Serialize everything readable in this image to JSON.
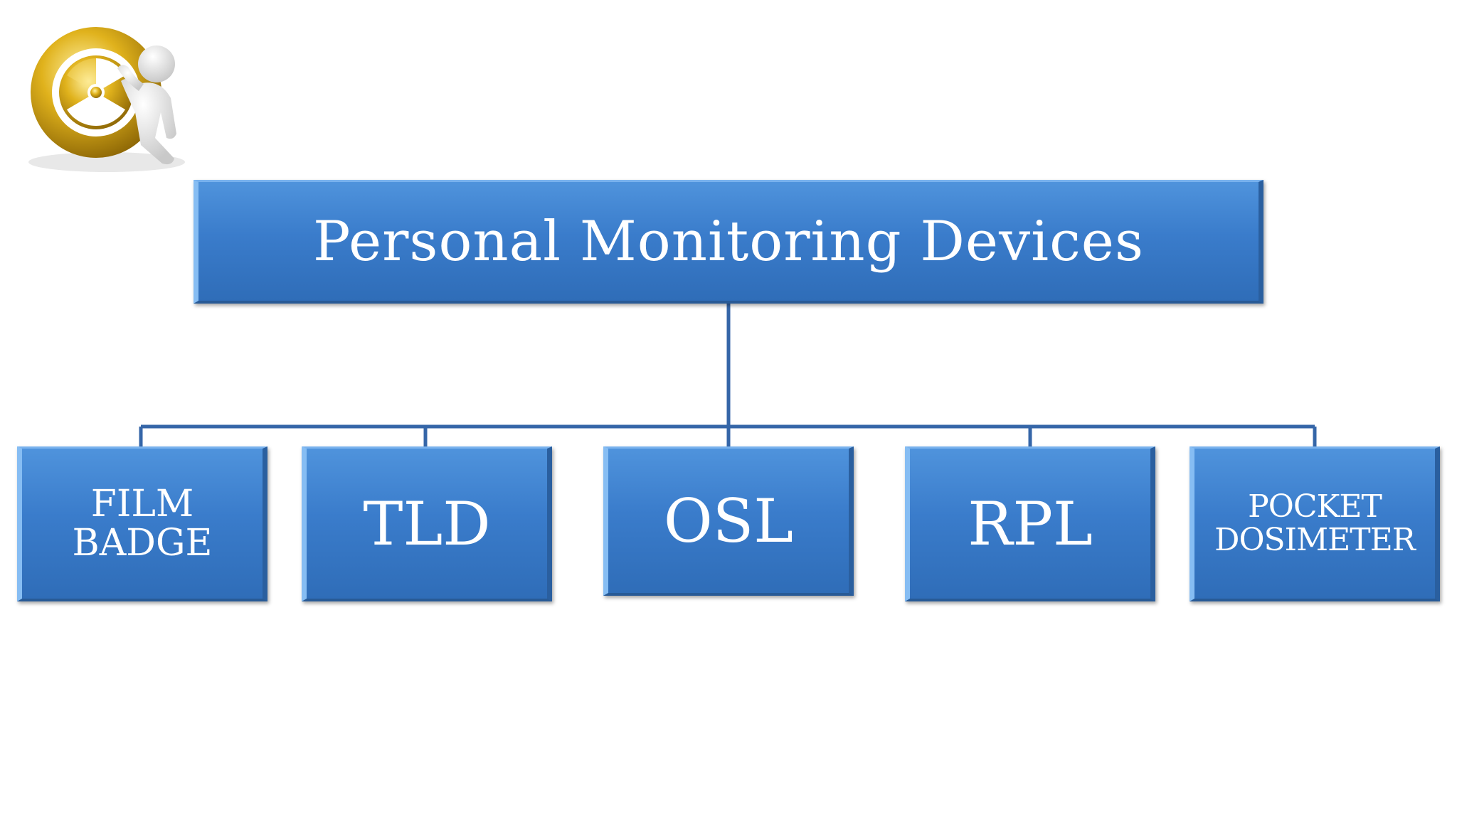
{
  "diagram": {
    "root": {
      "label": "Personal Monitoring Devices"
    },
    "children": [
      {
        "label": "FILM\nBADGE"
      },
      {
        "label": "TLD"
      },
      {
        "label": "OSL"
      },
      {
        "label": "RPL"
      },
      {
        "label": "POCKET\nDOSIMETER"
      }
    ],
    "colors": {
      "box_fill": "#3a7ccb",
      "box_highlight": "#86bdf3",
      "connector": "#3566a8",
      "text": "#ffffff",
      "logo_gold": "#e0b21c",
      "figure_white": "#f2f2f2"
    }
  },
  "decorations": {
    "logo_icon": "radiation-symbol-with-figure-icon"
  }
}
